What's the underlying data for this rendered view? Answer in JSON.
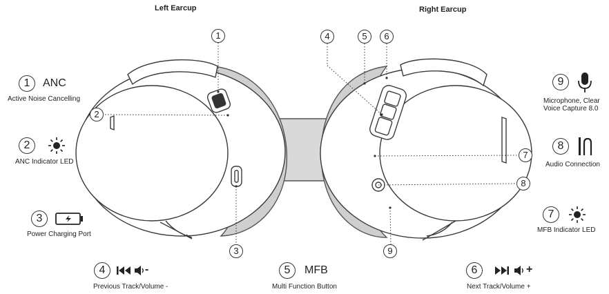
{
  "titles": {
    "left": "Left Earcup",
    "right": "Right Earcup"
  },
  "callout_numbers": [
    "1",
    "2",
    "3",
    "4",
    "5",
    "6",
    "7",
    "8",
    "9"
  ],
  "legend": {
    "anc": {
      "num": "1",
      "label": "ANC",
      "desc": "Active Noise Cancelling"
    },
    "led": {
      "num": "2",
      "desc": "ANC Indicator LED"
    },
    "port": {
      "num": "3",
      "desc": "Power Charging Port"
    },
    "prev": {
      "num": "4",
      "desc": "Previous Track/Volume -",
      "vol_sign": "-"
    },
    "mfb": {
      "num": "5",
      "label": "MFB",
      "desc": "Multi Function Button"
    },
    "next": {
      "num": "6",
      "desc": "Next Track/Volume +",
      "vol_sign": "+"
    },
    "mic": {
      "num": "9",
      "desc_line1": "Microphone, Clear",
      "desc_line2": "Voice Capture 8.0"
    },
    "audio": {
      "num": "8",
      "desc": "Audio Connection"
    },
    "mfbled": {
      "num": "7",
      "desc": "MFB Indicator LED"
    }
  },
  "icons": [
    "sun-led-icon",
    "battery-charging-icon",
    "previous-track-icon",
    "volume-down-icon",
    "next-track-icon",
    "volume-up-icon",
    "microphone-icon",
    "audio-jack-icon"
  ]
}
